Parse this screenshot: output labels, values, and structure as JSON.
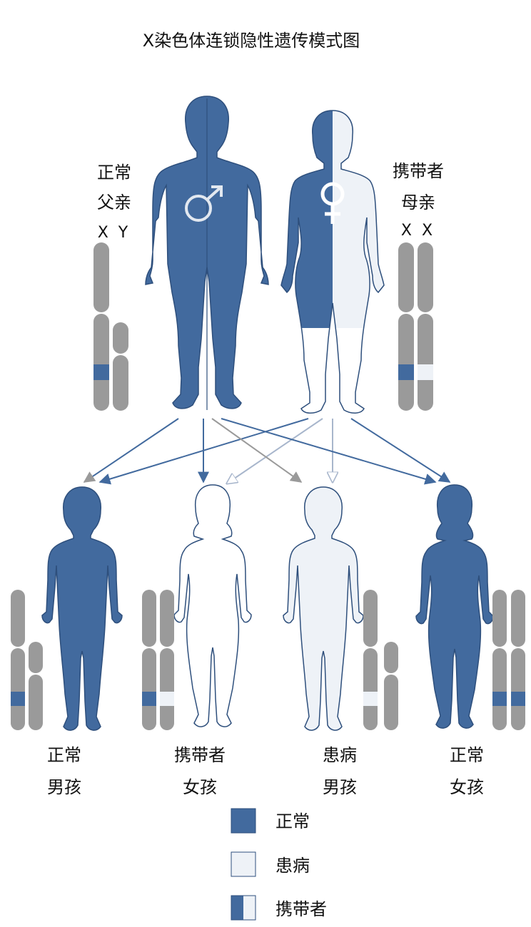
{
  "title": "X染色体连锁隐性遗传模式图",
  "colors": {
    "normal": "#426a9e",
    "affected": "#eef2f7",
    "outline": "#2e4f7c",
    "chromosome": "#9a9a9a",
    "arrow_gray": "#9a9a9a",
    "arrow_light": "#c8d2e0",
    "white": "#ffffff"
  },
  "parents": {
    "father": {
      "line1": "正常",
      "line2": "父亲",
      "chromosomes": "X  Y",
      "symbol": "male-symbol-icon"
    },
    "mother": {
      "line1": "携带者",
      "line2": "母亲",
      "chromosomes": "X  X",
      "symbol": "female-symbol-icon"
    }
  },
  "children": [
    {
      "line1": "正常",
      "line2": "男孩"
    },
    {
      "line1": "携带者",
      "line2": "女孩"
    },
    {
      "line1": "患病",
      "line2": "男孩"
    },
    {
      "line1": "正常",
      "line2": "女孩"
    }
  ],
  "legend": [
    {
      "label": "正常"
    },
    {
      "label": "患病"
    },
    {
      "label": "携带者"
    }
  ]
}
